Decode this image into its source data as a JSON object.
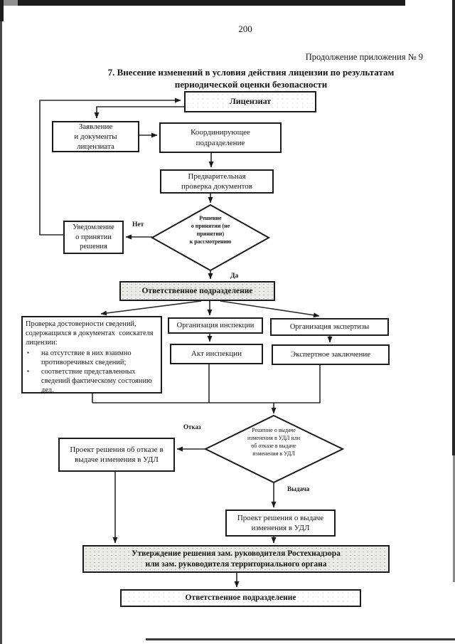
{
  "page": {
    "page_number": "200",
    "continuation_note": "Продолжение приложения № 9",
    "title_line1": "7. Внесение изменений в условия действия лицензии по результатам",
    "title_line2": "периодической оценки безопасности"
  },
  "flowchart": {
    "nodes": {
      "licensee": {
        "label": "Лицензиат"
      },
      "application": {
        "lines": [
          "Заявление",
          "и документы",
          "лицензиата"
        ]
      },
      "coordinating": {
        "lines": [
          "Координирующее",
          "подразделение"
        ]
      },
      "preliminary": {
        "lines": [
          "Предварительная",
          "проверка документов"
        ]
      },
      "notification": {
        "lines": [
          "Уведомление",
          "о принятии",
          "решения"
        ]
      },
      "decision_accept": {
        "lines": [
          "Решение",
          "о принятии (не",
          "принятии)",
          "к рассмотрению"
        ]
      },
      "responsible1": {
        "label": "Ответственное подразделение"
      },
      "verification": {
        "intro_lines": [
          "Проверка достоверности сведений,",
          "содержащихся в документах  соискателя",
          "лицензии:"
        ],
        "bullets": [
          "на отсутствие в них взаимно противоречивых сведений;",
          "соответствие представленных сведений фактическому состоянию дел."
        ]
      },
      "org_inspection": {
        "label": "Организация инспекции"
      },
      "inspection_act": {
        "label": "Акт инспекции"
      },
      "org_expertise": {
        "label": "Организация экспертизы"
      },
      "expert_conclusion": {
        "label": "Экспертное заключение"
      },
      "decision_issue": {
        "lines": [
          "Решение о выдаче",
          "изменения в УДЛ или",
          "об отказе в выдаче",
          "изменения в УДЛ"
        ]
      },
      "draft_refusal": {
        "lines": [
          "Проект решения об отказе в",
          "выдаче изменения в УДЛ"
        ]
      },
      "draft_issue": {
        "lines": [
          "Проект решения о выдаче",
          "изменения в УДЛ"
        ]
      },
      "approval": {
        "lines": [
          "Утверждение решения зам. руководителя Ростехнадзора",
          "или зам. руководителя территориального органа"
        ]
      },
      "responsible2": {
        "label": "Ответственное подразделение"
      }
    },
    "edge_labels": {
      "no": "Нет",
      "yes": "Да",
      "refusal": "Отказ",
      "issue": "Выдача"
    }
  }
}
